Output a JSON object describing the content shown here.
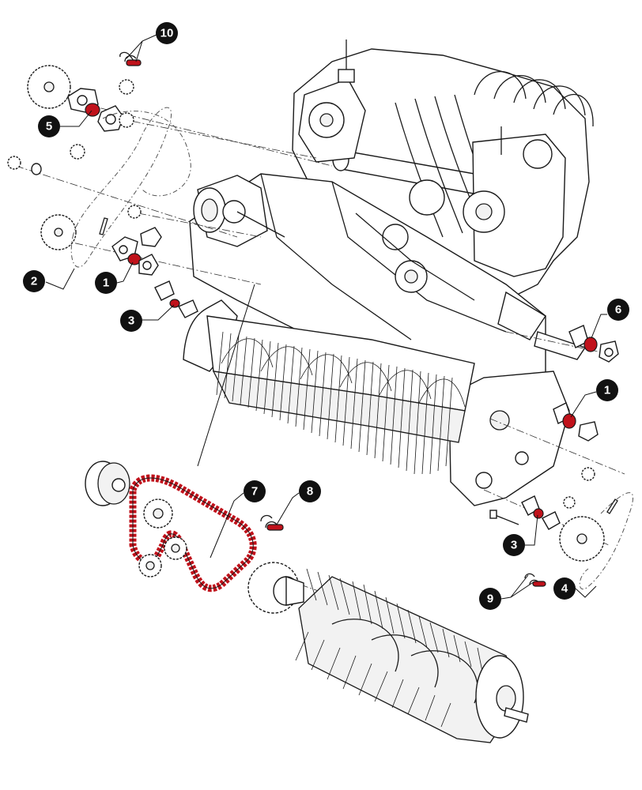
{
  "colors": {
    "line": "#1a1a1a",
    "highlight": "#c0121b",
    "callout_fill": "#111111",
    "callout_text": "#ffffff",
    "background": "#ffffff"
  },
  "callouts": [
    {
      "id": "c10",
      "label": "10"
    },
    {
      "id": "c5",
      "label": "5"
    },
    {
      "id": "c2",
      "label": "2"
    },
    {
      "id": "c1a",
      "label": "1"
    },
    {
      "id": "c3a",
      "label": "3"
    },
    {
      "id": "c6",
      "label": "6"
    },
    {
      "id": "c1b",
      "label": "1"
    },
    {
      "id": "c7",
      "label": "7"
    },
    {
      "id": "c8",
      "label": "8"
    },
    {
      "id": "c3b",
      "label": "3"
    },
    {
      "id": "c9",
      "label": "9"
    },
    {
      "id": "c4",
      "label": "4"
    }
  ]
}
